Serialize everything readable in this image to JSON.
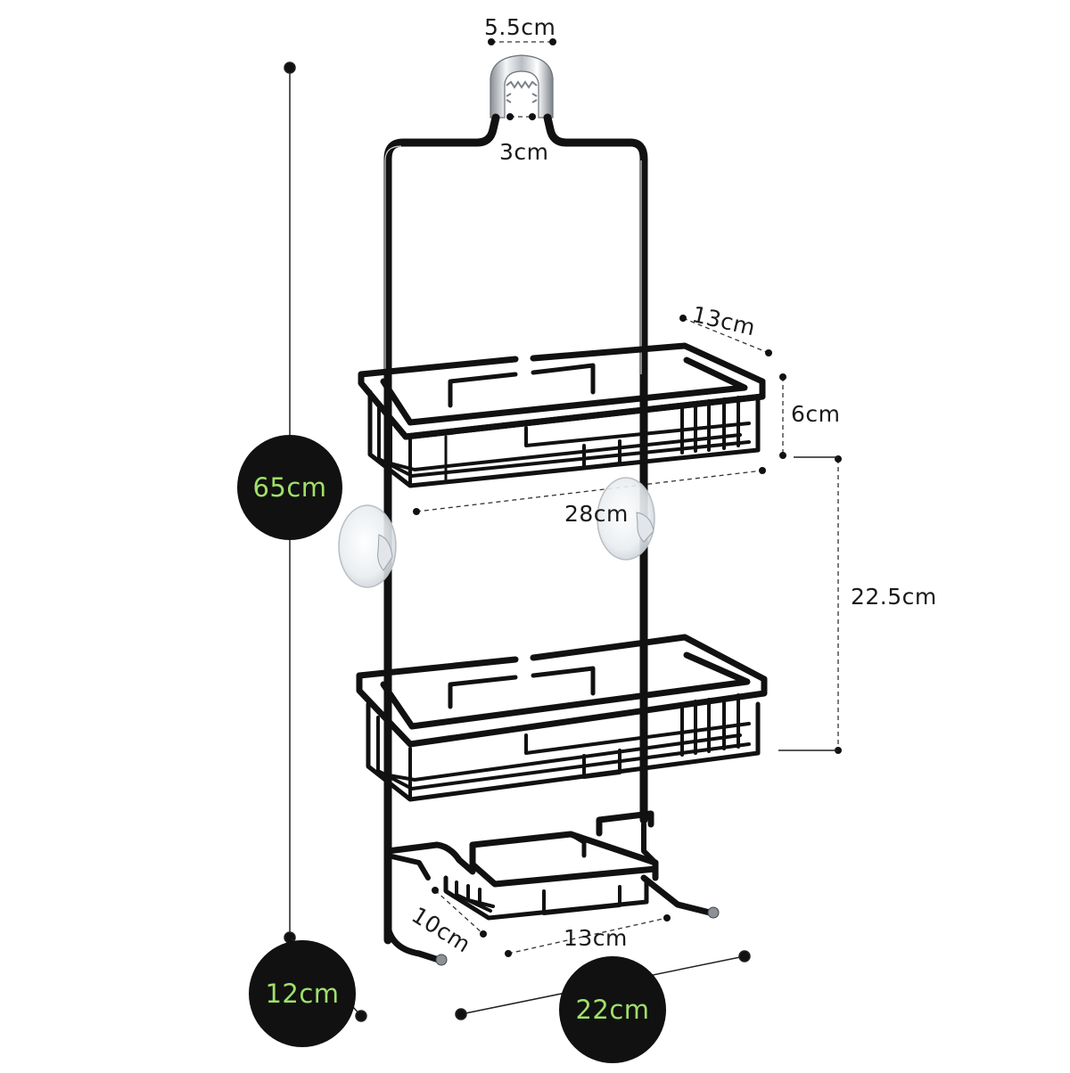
{
  "product": "3-tier shower caddy rack with hook",
  "dimensions": {
    "total_height": "65cm",
    "depth": "12cm",
    "width": "22cm",
    "hook_outer": "5.5cm",
    "hook_inner": "3cm",
    "basket_depth": "13cm",
    "basket_height": "6cm",
    "basket_width": "28cm",
    "shelf_spacing": "22.5cm",
    "soap_dish_depth": "10cm",
    "soap_dish_width": "13cm"
  },
  "colors": {
    "rack": "#111111",
    "badge_text": "#9fe06a",
    "dimension_line": "#222222"
  }
}
